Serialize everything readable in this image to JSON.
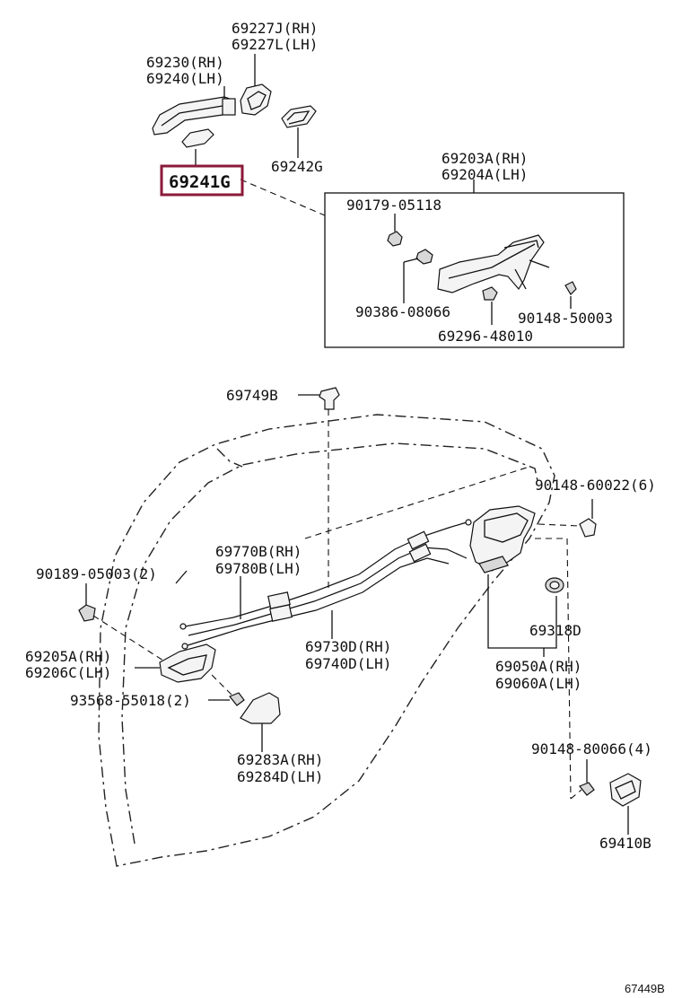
{
  "labels": {
    "p69227": [
      "69227J(RH)",
      "69227L(LH)"
    ],
    "p69230": [
      "69230(RH)",
      "69240(LH)"
    ],
    "p69241": "69241G",
    "p69242": "69242G",
    "p69203": [
      "69203A(RH)",
      "69204A(LH)"
    ],
    "p90179": "90179-05118",
    "p90386": "90386-08066",
    "p90148a": "90148-50003",
    "p69296": "69296-48010",
    "p69749": "69749B",
    "p90148b": "90148-60022(6)",
    "p69770": [
      "69770B(RH)",
      "69780B(LH)"
    ],
    "p90189": "90189-05003(2)",
    "p69205": [
      "69205A(RH)",
      "69206C(LH)"
    ],
    "p93568": "93568-55018(2)",
    "p69730": [
      "69730D(RH)",
      "69740D(LH)"
    ],
    "p69318": "69318D",
    "p69050": [
      "69050A(RH)",
      "69060A(LH)"
    ],
    "p69283": [
      "69283A(RH)",
      "69284D(LH)"
    ],
    "p90148c": "90148-80066(4)",
    "p69410": "69410B",
    "diagram_code": "67449B"
  },
  "colors": {
    "highlight": "#8b1a3a",
    "ink": "#111111"
  }
}
